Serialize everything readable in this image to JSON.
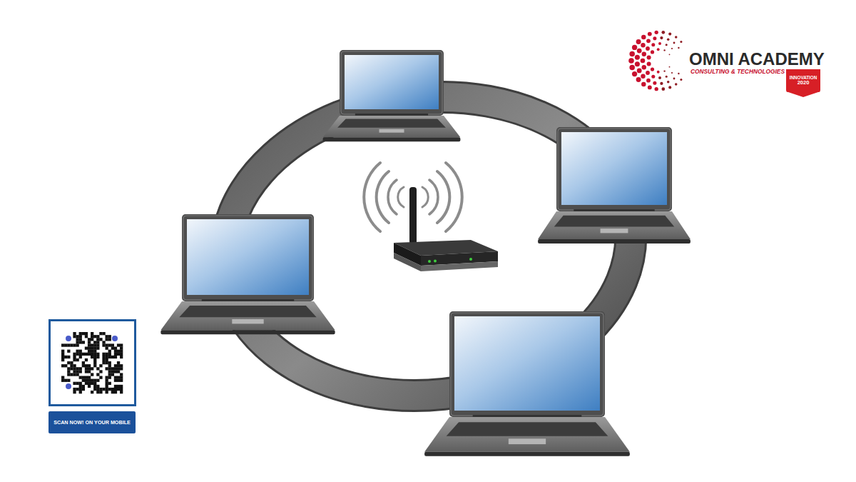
{
  "diagram": {
    "nodes": [
      {
        "text": [
          "SCAN NOW! ON YOUR MOBILE"
        ]
      },
      {
        "text": [
          "INNOVATION",
          "2020"
        ]
      }
    ],
    "labels": [
      "OMNI ACADEMY",
      "CONSULTING & TECHNOLOGIES"
    ]
  }
}
